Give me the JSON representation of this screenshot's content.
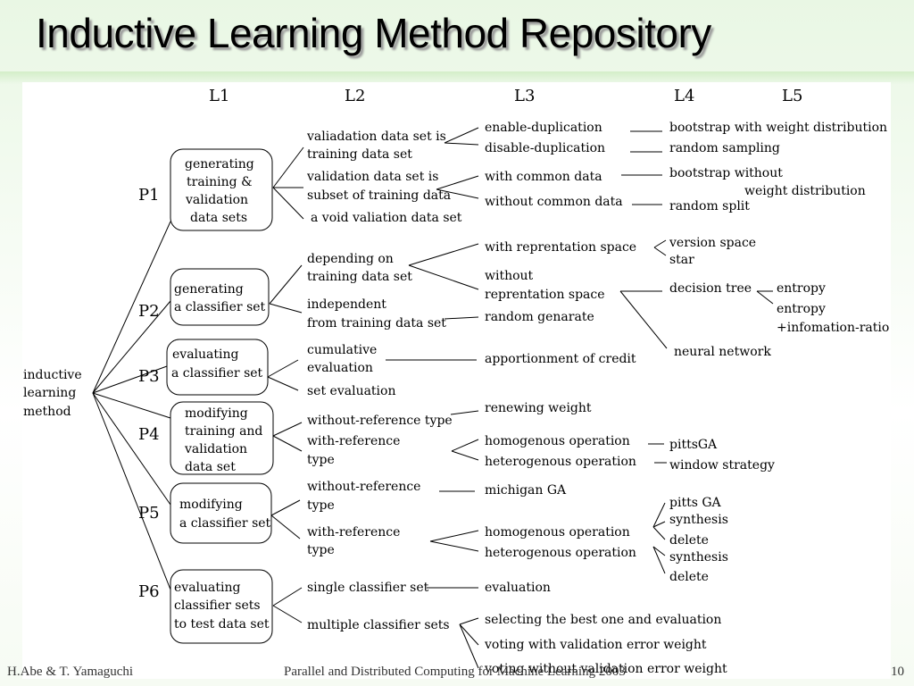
{
  "title": "Inductive Learning Method Repository",
  "headers": {
    "l1": "L1",
    "l2": "L2",
    "l3": "L3",
    "l4": "L4",
    "l5": "L5"
  },
  "root": [
    "inductive",
    "learning",
    "method"
  ],
  "p": {
    "p1": "P1",
    "p2": "P2",
    "p3": "P3",
    "p4": "P4",
    "p5": "P5",
    "p6": "P6"
  },
  "l1": {
    "p1": [
      "generating",
      "training &",
      "validation",
      "data sets"
    ],
    "p2": [
      "generating",
      "a classifier set"
    ],
    "p3": [
      "evaluating",
      "a classifier set"
    ],
    "p4": [
      "modifying",
      "training and",
      "validation",
      "data set"
    ],
    "p5": [
      "modifying",
      "a classifier set"
    ],
    "p6": [
      "evaluating",
      "classifier sets",
      "to test data set"
    ]
  },
  "l2": {
    "p1a": [
      "valiadation data set is",
      "training data set"
    ],
    "p1b": [
      "validation data set is",
      "subset of training data"
    ],
    "p1c": "a void valiation data set",
    "p2a": [
      "depending on",
      "training data set"
    ],
    "p2b": [
      "independent",
      "from training data set"
    ],
    "p3a": [
      "cumulative",
      "evaluation"
    ],
    "p3b": "set evaluation",
    "p4a": "without-reference type",
    "p4b": [
      "with-reference",
      "type"
    ],
    "p5a": [
      "without-reference",
      "type"
    ],
    "p5b": [
      "with-reference",
      "type"
    ],
    "p6a": "single classifier set",
    "p6b": "multiple classifier sets"
  },
  "l3": {
    "enable_dup": "enable-duplication",
    "disable_dup": "disable-duplication",
    "with_common": "with common data",
    "without_common": "without common data",
    "with_rep": "with reprentation space",
    "without_rep": [
      "without",
      "reprentation space"
    ],
    "random_gen": "random genarate",
    "apportion": "apportionment of credit",
    "renewing": "renewing weight",
    "homo1": "homogenous operation",
    "hetero1": "heterogenous operation",
    "michigan": "michigan GA",
    "homo2": "homogenous operation",
    "hetero2": "heterogenous operation",
    "evaluation": "evaluation",
    "select_best": "selecting the best one and evaluation",
    "voting_with": "voting with validation error weight",
    "voting_without": "voting without validation error weight"
  },
  "l4": {
    "bootstrap_weight": "bootstrap with weight distribution",
    "random_sampling": "random sampling",
    "bootstrap_without": "bootstrap without",
    "weight_dist": "weight distribution",
    "random_split": "random split",
    "version_space": "version space",
    "star": "star",
    "decision_tree": "decision tree",
    "neural_network": "neural network",
    "pittsga": "pittsGA",
    "window_strategy": "window strategy",
    "pitts_ga": "pitts GA",
    "synthesis1": "synthesis",
    "delete1": "delete",
    "synthesis2": "synthesis",
    "delete2": "delete"
  },
  "l5": {
    "entropy": "entropy",
    "entropy_ratio": [
      "entropy",
      "+infomation-ratio"
    ]
  },
  "footer": {
    "authors": "H.Abe & T. Yamaguchi",
    "conference": "Parallel and Distributed Computing for Machine Learning 2003",
    "page": "10"
  }
}
